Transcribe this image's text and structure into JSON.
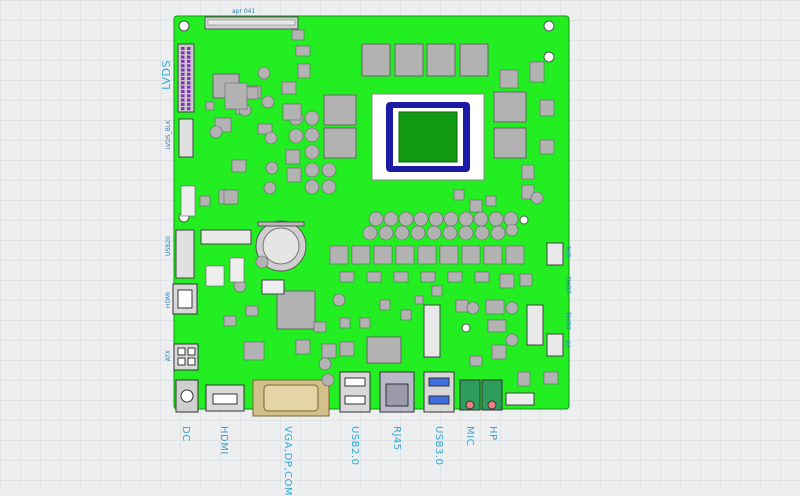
{
  "board": {
    "pcb_color": "#22ee22",
    "component_gray": "#b2b2b2",
    "cpu_frame_blue": "#1b1ba6",
    "cpu_die_green": "#119911",
    "label_color": "#33a9d6"
  },
  "labels": {
    "bottom": {
      "dc": "DC",
      "hdmi": "HDMI",
      "vga_dp_com": "VGA,DP,COM",
      "usb20": "USB2.0",
      "rj45": "RJ45",
      "usb30": "USB3.0",
      "mic": "MIC",
      "hp": "HP"
    },
    "left": {
      "lvds": "LVDS",
      "lvds_blk": "LVDS_BLK",
      "usb_header": "USB20",
      "hdmi_side": "HDMI",
      "atx": "ATX"
    },
    "top_connector": "apr 041",
    "board_smalls": {
      "right_1": "SPK",
      "right_2": "COM2",
      "right_3": "COM3",
      "right_4": "FP"
    }
  }
}
